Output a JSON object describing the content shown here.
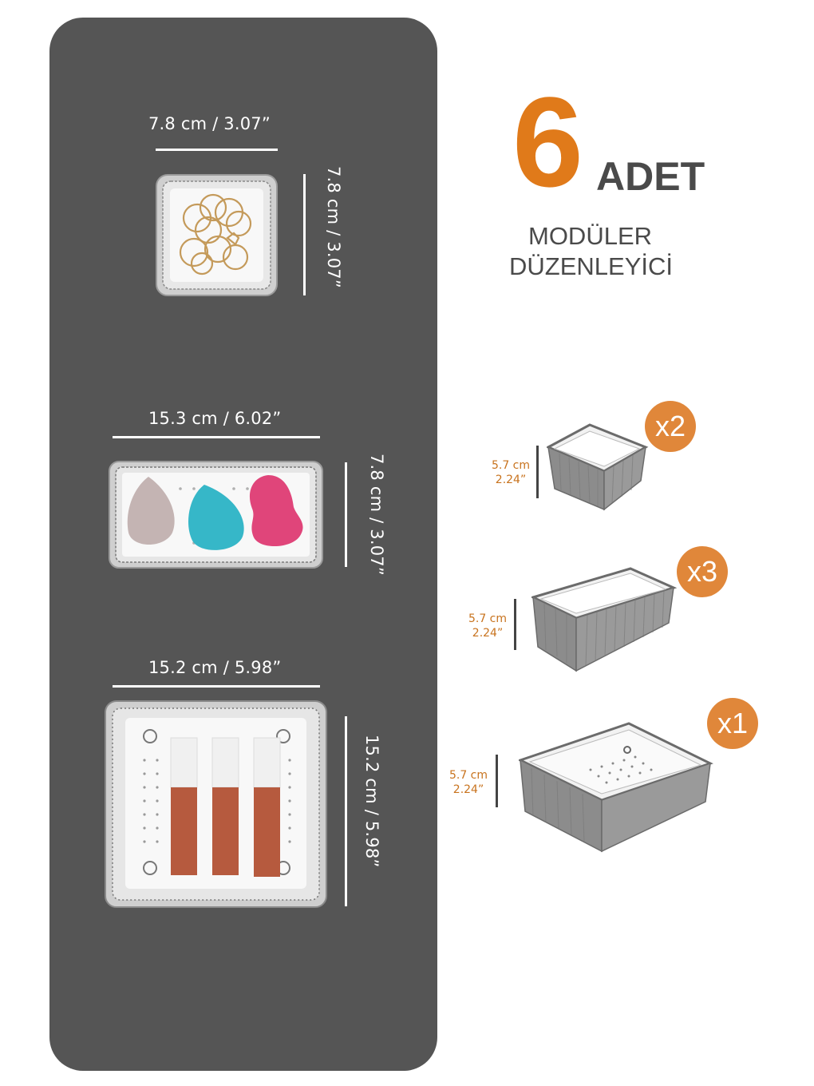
{
  "colors": {
    "panel": "#555555",
    "accent_orange": "#E07A1A",
    "badge_orange": "#E0873A",
    "height_label_orange": "#C8731E",
    "heading_gray": "#4a4a4a"
  },
  "headline": {
    "count": "6",
    "unit": "ADET",
    "subtitle_line1": "MODÜLER",
    "subtitle_line2": "DÜZENLEYİCİ"
  },
  "top_view_trays": [
    {
      "name": "small-square-tray",
      "width_label": "7.8 cm / 3.07”",
      "depth_label": "7.8 cm / 3.07”",
      "contents": "jewelry-rings"
    },
    {
      "name": "rectangular-tray",
      "width_label": "15.3 cm / 6.02”",
      "depth_label": "7.8 cm / 3.07”",
      "contents": "makeup-sponges"
    },
    {
      "name": "large-square-tray",
      "width_label": "15.2 cm / 5.98”",
      "depth_label": "15.2 cm / 5.98”",
      "contents": "lip-gloss-tubes"
    }
  ],
  "perspective_trays": [
    {
      "name": "small-square",
      "quantity": "x2",
      "height_cm": "5.7 cm",
      "height_in": "2.24”"
    },
    {
      "name": "rectangular",
      "quantity": "x3",
      "height_cm": "5.7 cm",
      "height_in": "2.24”"
    },
    {
      "name": "large-square",
      "quantity": "x1",
      "height_cm": "5.7 cm",
      "height_in": "2.24”"
    }
  ]
}
